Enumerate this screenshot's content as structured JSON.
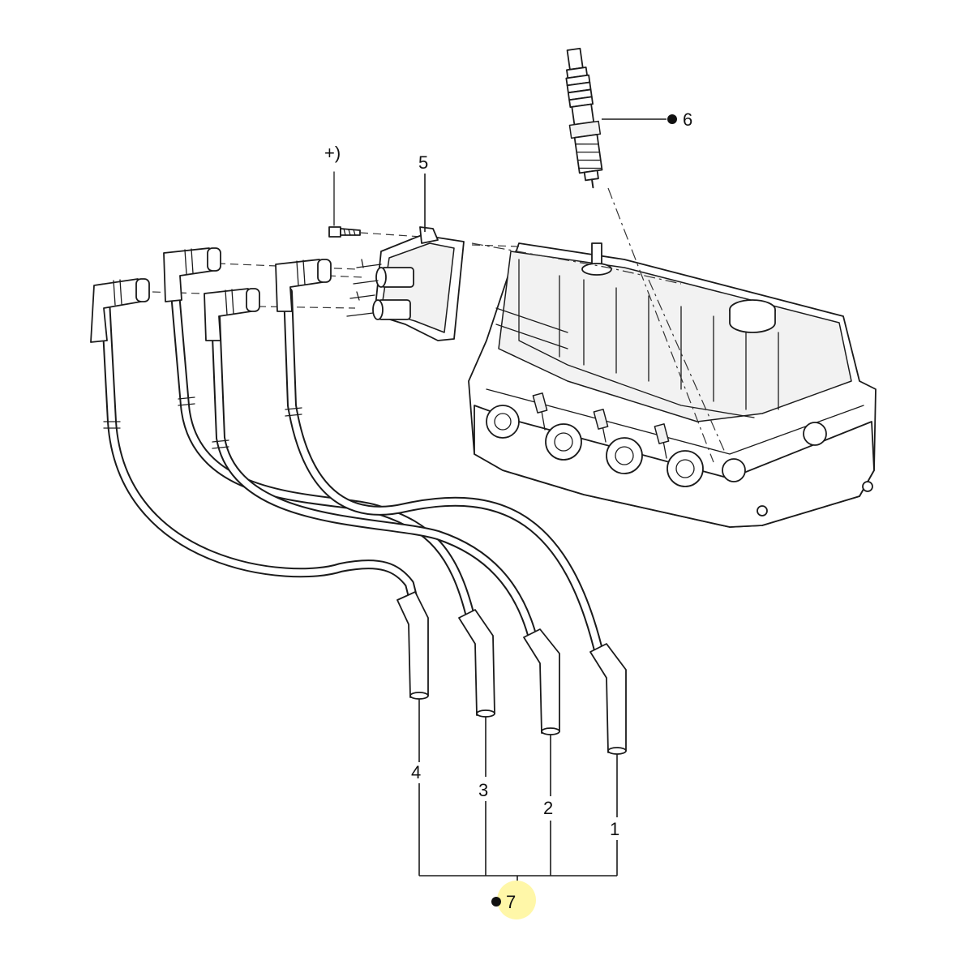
{
  "callouts": {
    "screw": "+)",
    "coil": "5",
    "spark_plug": "6",
    "lead_set": "7",
    "lead_1": "1",
    "lead_2": "2",
    "lead_3": "3",
    "lead_4": "4"
  },
  "colors": {
    "line": "#1a1a1a",
    "highlight": "#fff7a8",
    "background": "#ffffff"
  }
}
